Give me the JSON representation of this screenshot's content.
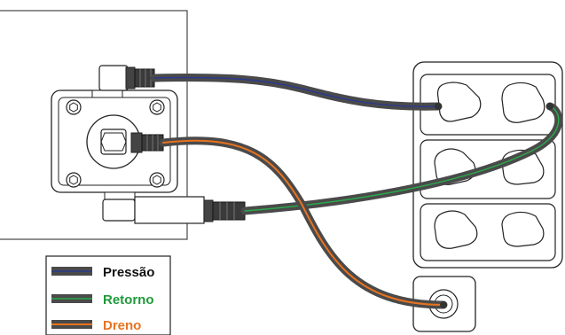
{
  "legend": {
    "items": [
      {
        "label": "Pressão",
        "text_color": "#111111",
        "stripe_color": "#2b3a8c"
      },
      {
        "label": "Retorno",
        "text_color": "#1f9a3a",
        "stripe_color": "#2aa84a"
      },
      {
        "label": "Dreno",
        "text_color": "#e8731f",
        "stripe_color": "#e8731f"
      }
    ]
  },
  "colors": {
    "hose_outer": "#4a4a4a",
    "outline": "#222222",
    "background": "#ffffff"
  },
  "icons": {
    "pressure_hose": "pressure-hose-line",
    "return_hose": "return-hose-line",
    "drain_hose": "drain-hose-line"
  }
}
